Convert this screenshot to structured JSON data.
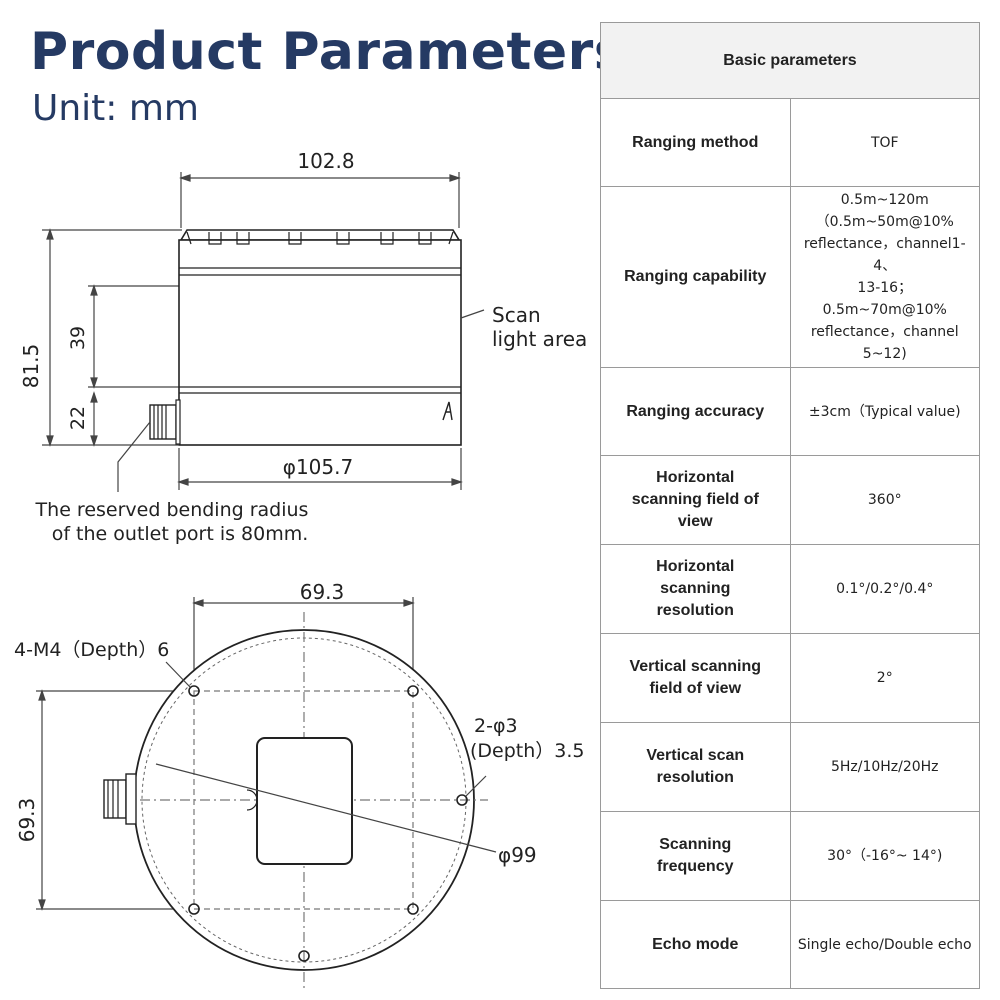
{
  "header": {
    "title": "Product Parameters",
    "subtitle": "Unit: mm"
  },
  "side_view": {
    "width_label": "102.8",
    "height_label": "81.5",
    "scan_height_label": "39",
    "base_height_label": "22",
    "diameter_label": "φ105.7",
    "scan_callout_line1": "Scan",
    "scan_callout_line2": "light area",
    "note_line1": "The reserved bending radius",
    "note_line2": "of the outlet port is 80mm."
  },
  "bottom_view": {
    "width_label": "69.3",
    "height_label": "69.3",
    "screw_label": "4-M4（Depth）6",
    "pin_label_line1": "2-φ3",
    "pin_label_line2": "(Depth）3.5",
    "diameter_label": "φ99"
  },
  "table": {
    "header": "Basic parameters",
    "rows": [
      {
        "key": "Ranging method",
        "value": "TOF"
      },
      {
        "key": "Ranging capability",
        "value_lines": [
          "0.5m~120m",
          "（0.5m~50m@10%",
          "reflectance，channel1-4、",
          "13-16；0.5m~70m@10%",
          "reflectance，channel",
          "5~12)"
        ]
      },
      {
        "key": "Ranging accuracy",
        "value": "±3cm（Typical value)"
      },
      {
        "key_lines": [
          "Horizontal",
          "scanning field of",
          "view"
        ],
        "value": "360°"
      },
      {
        "key_lines": [
          "Horizontal",
          "scanning",
          "resolution"
        ],
        "value": "0.1°/0.2°/0.4°"
      },
      {
        "key_lines": [
          "Vertical scanning",
          "field of view"
        ],
        "value": "2°"
      },
      {
        "key_lines": [
          "Vertical scan",
          "resolution"
        ],
        "value": "5Hz/10Hz/20Hz"
      },
      {
        "key_lines": [
          "Scanning",
          "frequency"
        ],
        "value": "30°（-16°~ 14°)"
      },
      {
        "key": "Echo mode",
        "value": "Single echo/Double echo"
      }
    ]
  }
}
